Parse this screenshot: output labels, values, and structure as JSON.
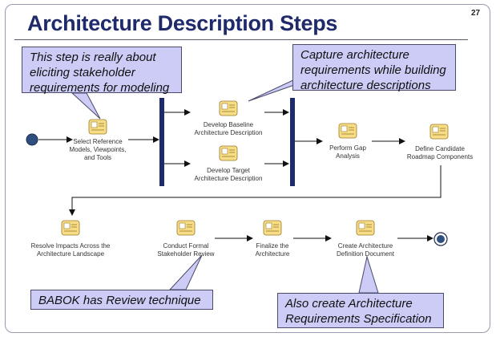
{
  "title": "Architecture Description Steps",
  "page_number": "27",
  "callouts": {
    "stakeholder": [
      "This step is really about",
      "eliciting stakeholder",
      "requirements for modeling"
    ],
    "capture": [
      "Capture architecture",
      "requirements while building",
      "architecture descriptions"
    ],
    "babok": [
      "BABOK has Review technique"
    ],
    "spec": [
      "Also create Architecture",
      "Requirements Specification"
    ]
  },
  "steps": {
    "select_reference": [
      "Select Reference",
      "Models, Viewpoints,",
      "and Tools"
    ],
    "develop_baseline": [
      "Develop Baseline",
      "Architecture Description"
    ],
    "develop_target": [
      "Develop Target",
      "Architecture Description"
    ],
    "perform_gap": [
      "Perform Gap",
      "Analysis"
    ],
    "define_roadmap": [
      "Define Candidate",
      "Roadmap Components"
    ],
    "resolve_impacts": [
      "Resolve Impacts Across the",
      "Architecture Landscape"
    ],
    "conduct_review": [
      "Conduct Formal",
      "Stakeholder Review"
    ],
    "finalize": [
      "Finalize the",
      "Architecture"
    ],
    "create_definition": [
      "Create Architecture",
      "Definition Document"
    ]
  },
  "colors": {
    "title": "#1f2a6b",
    "callout_fill": "#ccccf6",
    "fork_bar": "#1f2a6b",
    "start_node": "#2f4f7f",
    "icon_fill": "#f6dd86"
  }
}
